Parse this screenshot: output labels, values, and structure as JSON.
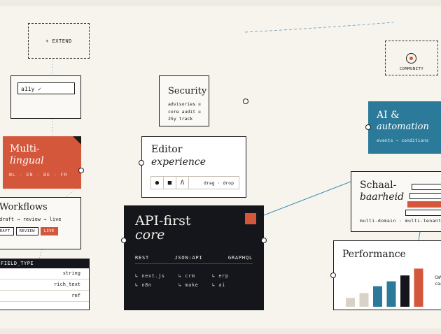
{
  "extend": {
    "label": "+ EXTEND"
  },
  "community": {
    "label": "COMMUNITY",
    "icon": "target-icon"
  },
  "a11y": {
    "value": "a11y ✓"
  },
  "multilingual": {
    "line1": "Multi-",
    "line2": "lingual",
    "langs": "NL · EN · DE · FR"
  },
  "workflows": {
    "title": "Workflows",
    "flow": "draft → review → live",
    "chips": [
      "DRAFT",
      "REVIEW",
      "LIVE"
    ]
  },
  "field_types": {
    "header": "FIELD_TYPE",
    "rows": [
      "string",
      "rich_text",
      "ref"
    ]
  },
  "security": {
    "title": "Security",
    "lines": [
      "advisories ☒",
      "core audit ☒",
      "25y track"
    ]
  },
  "editor": {
    "line1": "Editor",
    "line2": "experience",
    "tools": [
      "●",
      "■",
      "Λ"
    ],
    "dragdrop": "drag · drop"
  },
  "api": {
    "line1": "API-first",
    "line2": "core",
    "protocols": [
      "REST",
      "JSON:API",
      "GRAPHQL"
    ],
    "integrations": [
      "↳ next.js",
      "↳ crm",
      "↳ erp",
      "↳ n8n",
      "↳ make",
      "↳ ai"
    ]
  },
  "ai": {
    "line1": "AI &",
    "line2": "automation",
    "sub": "events → conditions"
  },
  "scalability": {
    "line1": "Schaal-",
    "line2": "baarheid",
    "sub": "multi-domain · multi-tenant"
  },
  "performance": {
    "title": "Performance",
    "side": [
      "CWV",
      "cache"
    ],
    "bars": [
      {
        "value": 0.18,
        "color": "#d8d2c7"
      },
      {
        "value": 0.28,
        "color": "#d8d2c7"
      },
      {
        "value": 0.42,
        "color": "#2c7a9a"
      },
      {
        "value": 0.52,
        "color": "#2c7a9a"
      },
      {
        "value": 0.64,
        "color": "#14161c"
      },
      {
        "value": 0.78,
        "color": "#d4573b"
      }
    ]
  },
  "colors": {
    "accent": "#d4573b",
    "teal": "#2c7a9a",
    "ink": "#14161c",
    "paper": "#f7f4ee"
  }
}
